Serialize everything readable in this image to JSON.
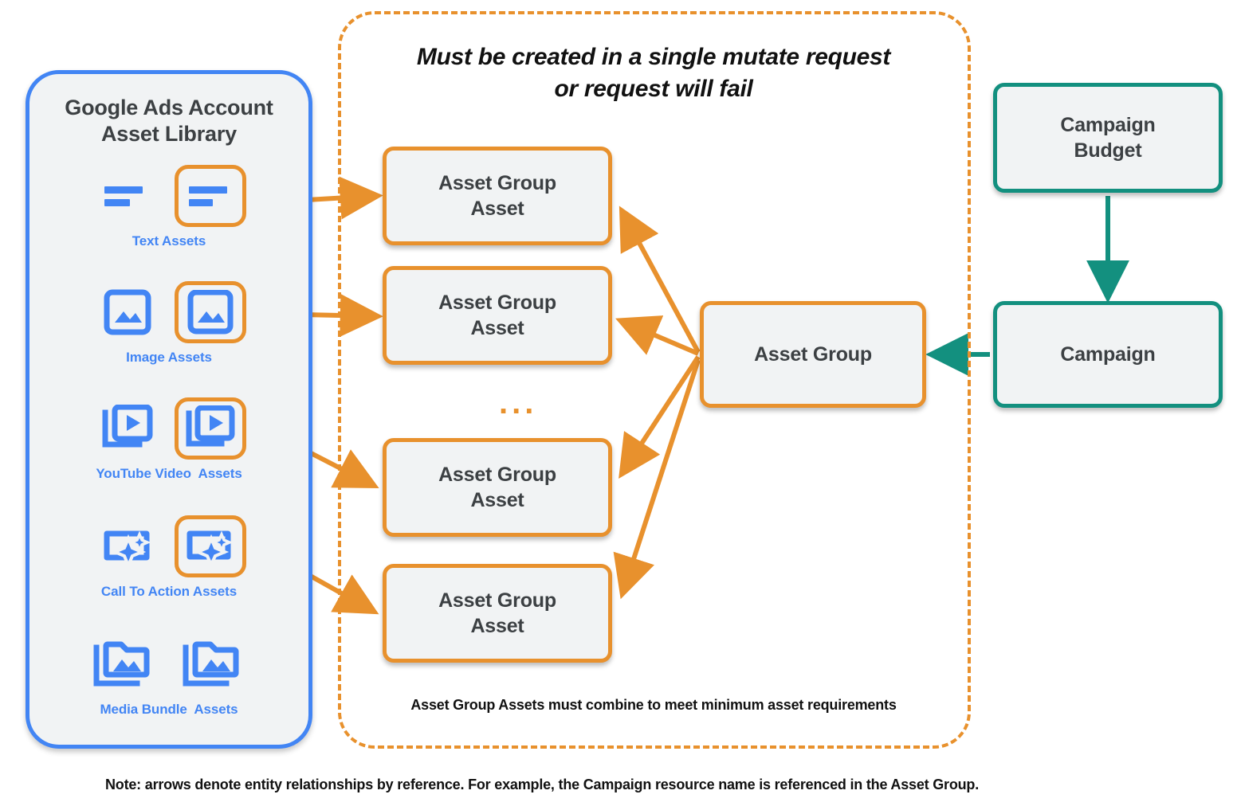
{
  "library": {
    "title": "Google Ads Account\nAsset Library",
    "title_line1": "Google Ads Account",
    "title_line2": "Asset Library",
    "border_color": "#4285f4",
    "fill_color": "#f1f3f4",
    "assets": [
      {
        "label": "Text Assets",
        "icon": "text-lines-icon",
        "highlighted": true
      },
      {
        "label": "Image Assets",
        "icon": "image-icon",
        "highlighted": true
      },
      {
        "label": "YouTube Video  Assets",
        "icon": "video-stack-icon",
        "highlighted": true
      },
      {
        "label": "Call To Action Assets",
        "icon": "call-to-action-sparkle-icon",
        "highlighted": true
      },
      {
        "label": "Media Bundle  Assets",
        "icon": "media-bundle-folder-icon",
        "highlighted": false
      }
    ]
  },
  "mutate_region": {
    "title_line1": "Must be created in a single mutate request",
    "title_line2": "or request will fail",
    "footer": "Asset Group Assets must combine to meet minimum asset requirements",
    "border_color": "#e8912d",
    "border_style": "dashed"
  },
  "nodes": {
    "asset_group_assets": [
      {
        "label": "Asset Group\nAsset",
        "line1": "Asset Group",
        "line2": "Asset"
      },
      {
        "label": "Asset Group\nAsset",
        "line1": "Asset Group",
        "line2": "Asset"
      },
      {
        "label": "Asset Group\nAsset",
        "line1": "Asset Group",
        "line2": "Asset"
      },
      {
        "label": "Asset Group\nAsset",
        "line1": "Asset Group",
        "line2": "Asset"
      }
    ],
    "ellipsis": "...",
    "asset_group": {
      "label": "Asset Group",
      "color": "#e8912d"
    },
    "campaign_budget": {
      "line1": "Campaign",
      "line2": "Budget",
      "color": "#13907f"
    },
    "campaign": {
      "label": "Campaign",
      "color": "#13907f"
    }
  },
  "note": "Note: arrows denote entity relationships by reference. For example, the Campaign resource name is referenced in the Asset Group.",
  "colors": {
    "orange": "#e8912d",
    "teal": "#13907f",
    "blue": "#4285f4",
    "node_fill": "#f1f3f4",
    "text_dark": "#3c4043"
  }
}
